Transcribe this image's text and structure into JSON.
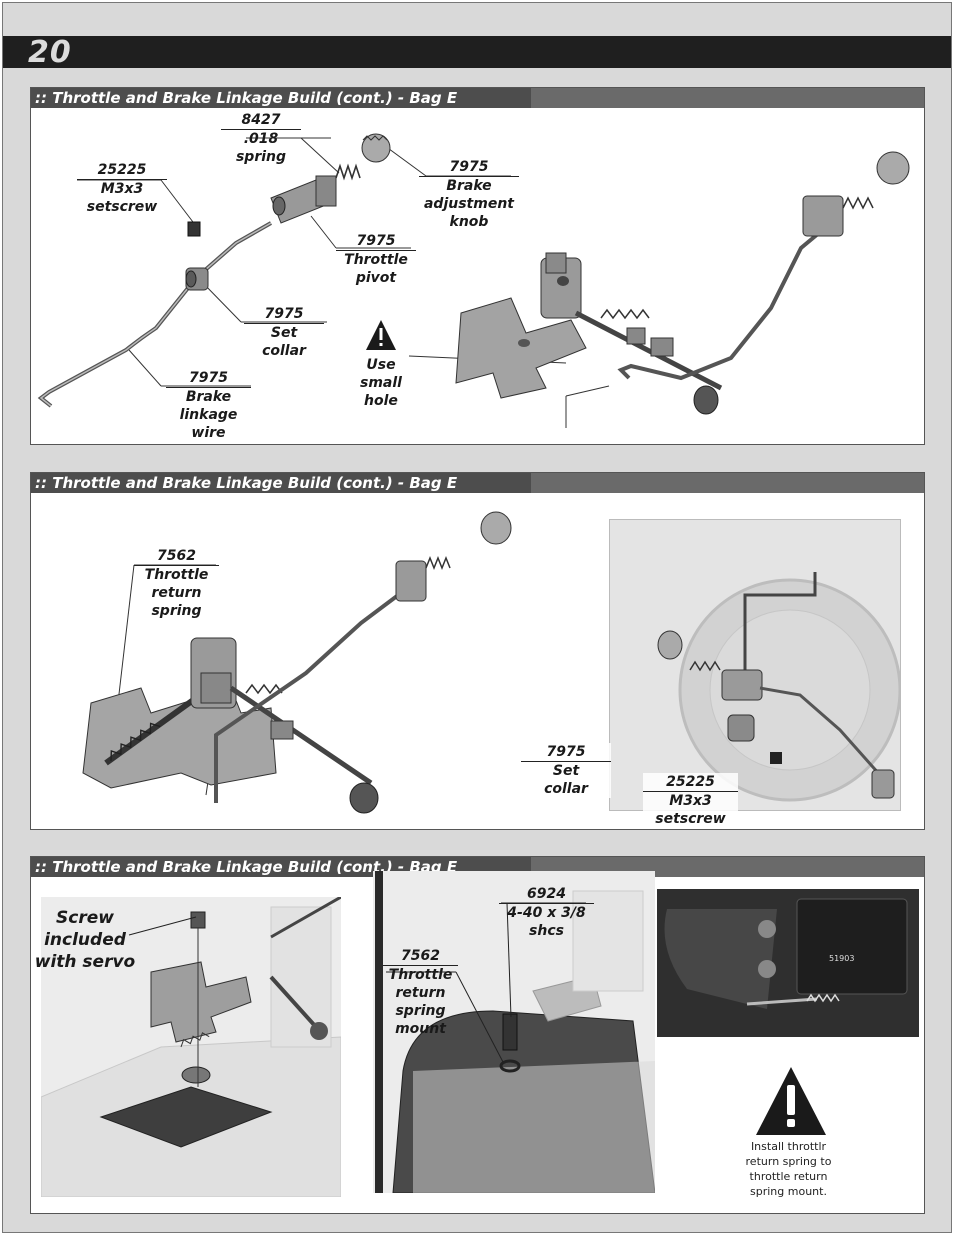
{
  "page_number": "20",
  "section1": {
    "title": ":: Throttle and Brake Linkage Build (cont.) - Bag E",
    "labels": {
      "spring": {
        "num": "8427",
        "l1": ".018",
        "l2": "spring"
      },
      "setscrew": {
        "num": "25225",
        "l1": "M3x3",
        "l2": "setscrew"
      },
      "knob": {
        "num": "7975",
        "l1": "Brake",
        "l2": "adjustment",
        "l3": "knob"
      },
      "pivot": {
        "num": "7975",
        "l1": "Throttle",
        "l2": "pivot"
      },
      "collar": {
        "num": "7975",
        "l1": "Set",
        "l2": "collar"
      },
      "wire": {
        "num": "7975",
        "l1": "Brake",
        "l2": "linkage",
        "l3": "wire"
      },
      "hole": {
        "l1": "Use",
        "l2": "small",
        "l3": "hole"
      }
    }
  },
  "section2": {
    "title": ":: Throttle and Brake Linkage Build (cont.) - Bag E",
    "labels": {
      "return_spring": {
        "num": "7562",
        "l1": "Throttle",
        "l2": "return",
        "l3": "spring"
      },
      "collar": {
        "num": "7975",
        "l1": "Set",
        "l2": "collar"
      },
      "setscrew": {
        "num": "25225",
        "l1": "M3x3",
        "l2": "setscrew"
      }
    }
  },
  "section3": {
    "title": ":: Throttle and Brake Linkage Build (cont.) - Bag E",
    "labels": {
      "screw": {
        "l1": "Screw",
        "l2": "included",
        "l3": "with servo"
      },
      "shcs": {
        "num": "6924",
        "l1": "4-40 x 3/8",
        "l2": "shcs"
      },
      "mount": {
        "num": "7562",
        "l1": "Throttle",
        "l2": "return",
        "l3": "spring",
        "l4": "mount"
      }
    },
    "note": {
      "l1": "Install throttlr",
      "l2": "return spring to",
      "l3": "throttle return",
      "l4": "spring mount."
    },
    "servo_label": "51903"
  },
  "colors": {
    "title_bar": "#4d4d4d",
    "page_bar": "#1f1f1f",
    "background": "#d9d9d9"
  },
  "icons": [
    "warning-icon"
  ]
}
